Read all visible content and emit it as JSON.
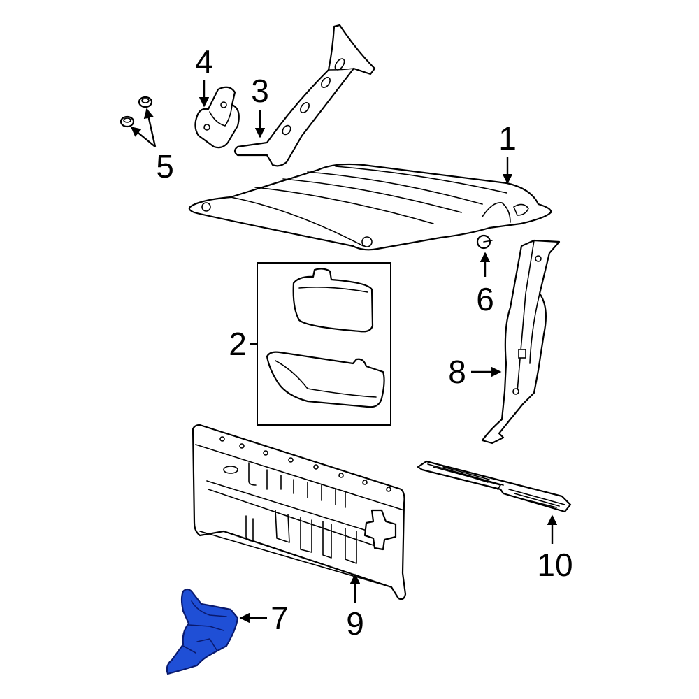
{
  "diagram": {
    "callouts": [
      {
        "id": "1",
        "label": "1"
      },
      {
        "id": "2",
        "label": "2"
      },
      {
        "id": "3",
        "label": "3"
      },
      {
        "id": "4",
        "label": "4"
      },
      {
        "id": "5",
        "label": "5"
      },
      {
        "id": "6",
        "label": "6"
      },
      {
        "id": "7",
        "label": "7"
      },
      {
        "id": "8",
        "label": "8"
      },
      {
        "id": "9",
        "label": "9"
      },
      {
        "id": "10",
        "label": "10"
      }
    ],
    "highlighted_part": "7",
    "colors": {
      "highlight": "#1f4fd6",
      "highlight_outline": "#0a1a6e",
      "line": "#000000",
      "background": "#ffffff"
    }
  }
}
